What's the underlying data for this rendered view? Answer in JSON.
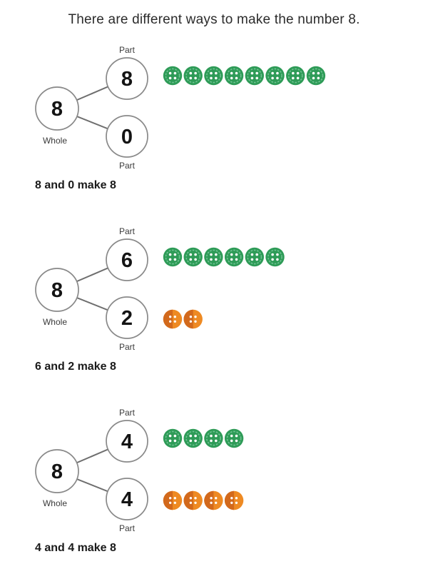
{
  "title": "There are different ways to make the number 8.",
  "labels": {
    "part_top": "Part",
    "part_bottom": "Part",
    "whole": "Whole"
  },
  "colors": {
    "background": "#ffffff",
    "title_text": "#2b2b2b",
    "label_text": "#3a3a3a",
    "number_text": "#141414",
    "caption_text": "#1a1a1a",
    "circle_fill": "#ffffff",
    "circle_stroke": "#898989",
    "connector_line": "#6e6e6e",
    "button_green": "#2e9b57",
    "button_green_ring": "#6fc292",
    "button_orange_left": "#d2691c",
    "button_orange_right": "#ee8a23",
    "button_hole": "#ffffff"
  },
  "diagrams": [
    {
      "whole_value": "8",
      "top_part_value": "8",
      "bottom_part_value": "0",
      "green_button_count": 8,
      "orange_button_count": 0,
      "caption": "8 and 0 make 8"
    },
    {
      "whole_value": "8",
      "top_part_value": "6",
      "bottom_part_value": "2",
      "green_button_count": 6,
      "orange_button_count": 2,
      "caption": "6 and 2 make 8"
    },
    {
      "whole_value": "8",
      "top_part_value": "4",
      "bottom_part_value": "4",
      "green_button_count": 4,
      "orange_button_count": 4,
      "caption": "4 and 4 make 8"
    }
  ]
}
